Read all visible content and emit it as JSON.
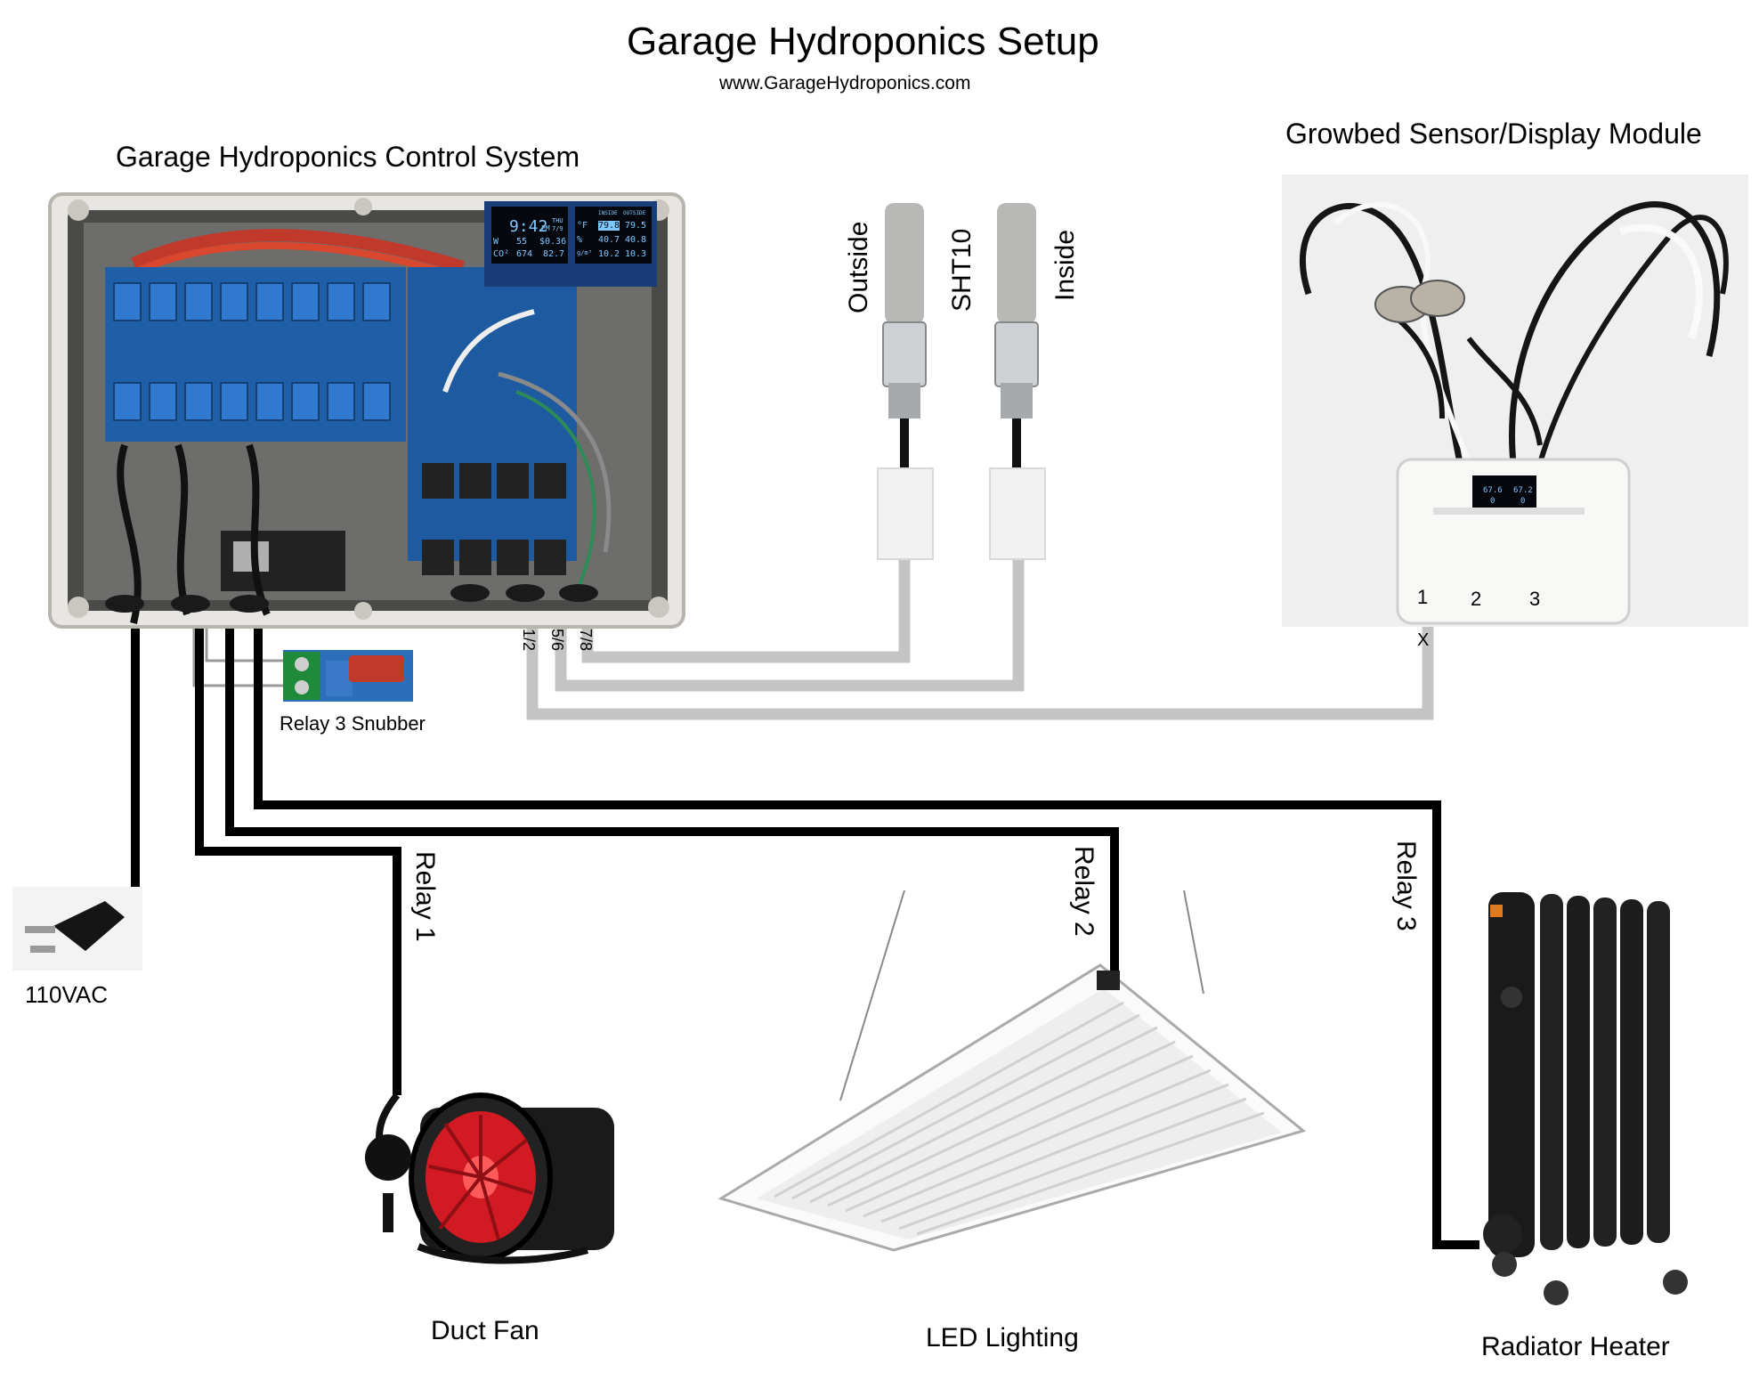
{
  "title": "Garage Hydroponics Setup",
  "subtitle": "www.GarageHydroponics.com",
  "sections": {
    "control_system": "Garage Hydroponics Control System",
    "growbed_module": "Growbed Sensor/Display Module"
  },
  "sensors": {
    "outside": "Outside",
    "model": "SHT10",
    "inside": "Inside"
  },
  "control_display": {
    "time": "9:42",
    "ampm": "PM",
    "day": "THU",
    "date": "7/9",
    "inside_label": "INSIDE",
    "outside_label": "OUTSIDE",
    "inside_temp": "79.8",
    "outside_temp": "79.5",
    "row2_a": "55",
    "row2_b": "$0.36",
    "row2_c": "40.7",
    "row2_d": "40.8",
    "row3_a": "674",
    "row3_b": "82.7",
    "row3_c": "10.2",
    "row3_d": "10.3",
    "unit_w": "W",
    "unit_co2": "CO²",
    "unit_f": "°F",
    "unit_pct": "%",
    "unit_gm3": "g/m³"
  },
  "module_display": {
    "left_value": "67.6",
    "right_value": "67.2",
    "left_sub": "0",
    "right_sub": "0"
  },
  "module_ports": [
    "1",
    "2",
    "3"
  ],
  "module_port_x": "X",
  "connector_labels": [
    "1/2",
    "5/6",
    "7/8"
  ],
  "snubber_label": "Relay 3 Snubber",
  "relays": [
    "Relay 1",
    "Relay 2",
    "Relay 3"
  ],
  "power_label": "110VAC",
  "devices": {
    "duct_fan": "Duct Fan",
    "led_lighting": "LED Lighting",
    "radiator_heater": "Radiator Heater"
  },
  "colors": {
    "power_wire": "#000000",
    "sensor_cable": "#c4c4c4",
    "relay_board": "#1e5fa8",
    "oled_text": "#7fc8ff",
    "enclosure": "#e7e6e2",
    "fan_red": "#d11a22"
  }
}
